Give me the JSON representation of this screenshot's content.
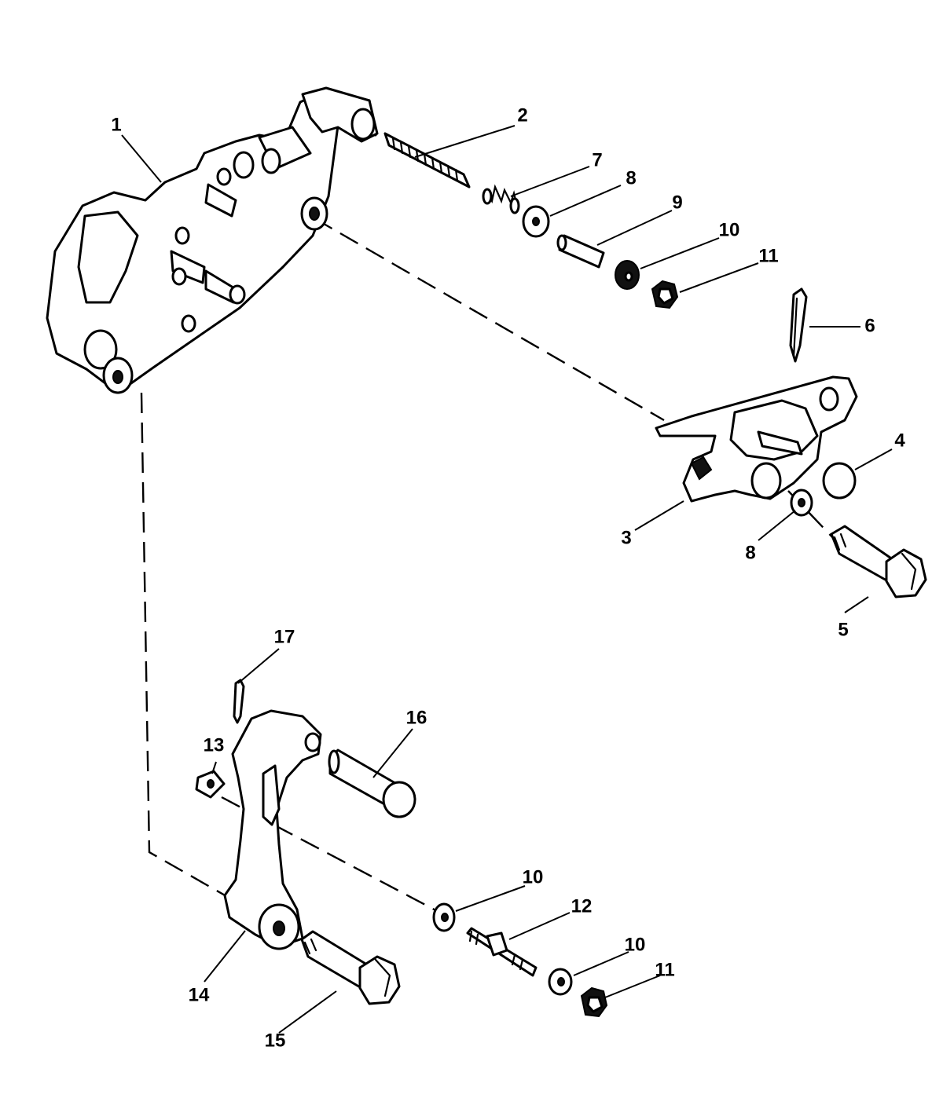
{
  "callouts": [
    {
      "id": "c1",
      "text": "1"
    },
    {
      "id": "c2",
      "text": "2"
    },
    {
      "id": "c3",
      "text": "3"
    },
    {
      "id": "c4",
      "text": "4"
    },
    {
      "id": "c5",
      "text": "5"
    },
    {
      "id": "c6",
      "text": "6"
    },
    {
      "id": "c7",
      "text": "7"
    },
    {
      "id": "c8a",
      "text": "8"
    },
    {
      "id": "c8b",
      "text": "8"
    },
    {
      "id": "c9",
      "text": "9"
    },
    {
      "id": "c10a",
      "text": "10"
    },
    {
      "id": "c10b",
      "text": "10"
    },
    {
      "id": "c10c",
      "text": "10"
    },
    {
      "id": "c11a",
      "text": "11"
    },
    {
      "id": "c11b",
      "text": "11"
    },
    {
      "id": "c12",
      "text": "12"
    },
    {
      "id": "c13",
      "text": "13"
    },
    {
      "id": "c14",
      "text": "14"
    },
    {
      "id": "c15",
      "text": "15"
    },
    {
      "id": "c16",
      "text": "16"
    },
    {
      "id": "c17",
      "text": "17"
    }
  ]
}
